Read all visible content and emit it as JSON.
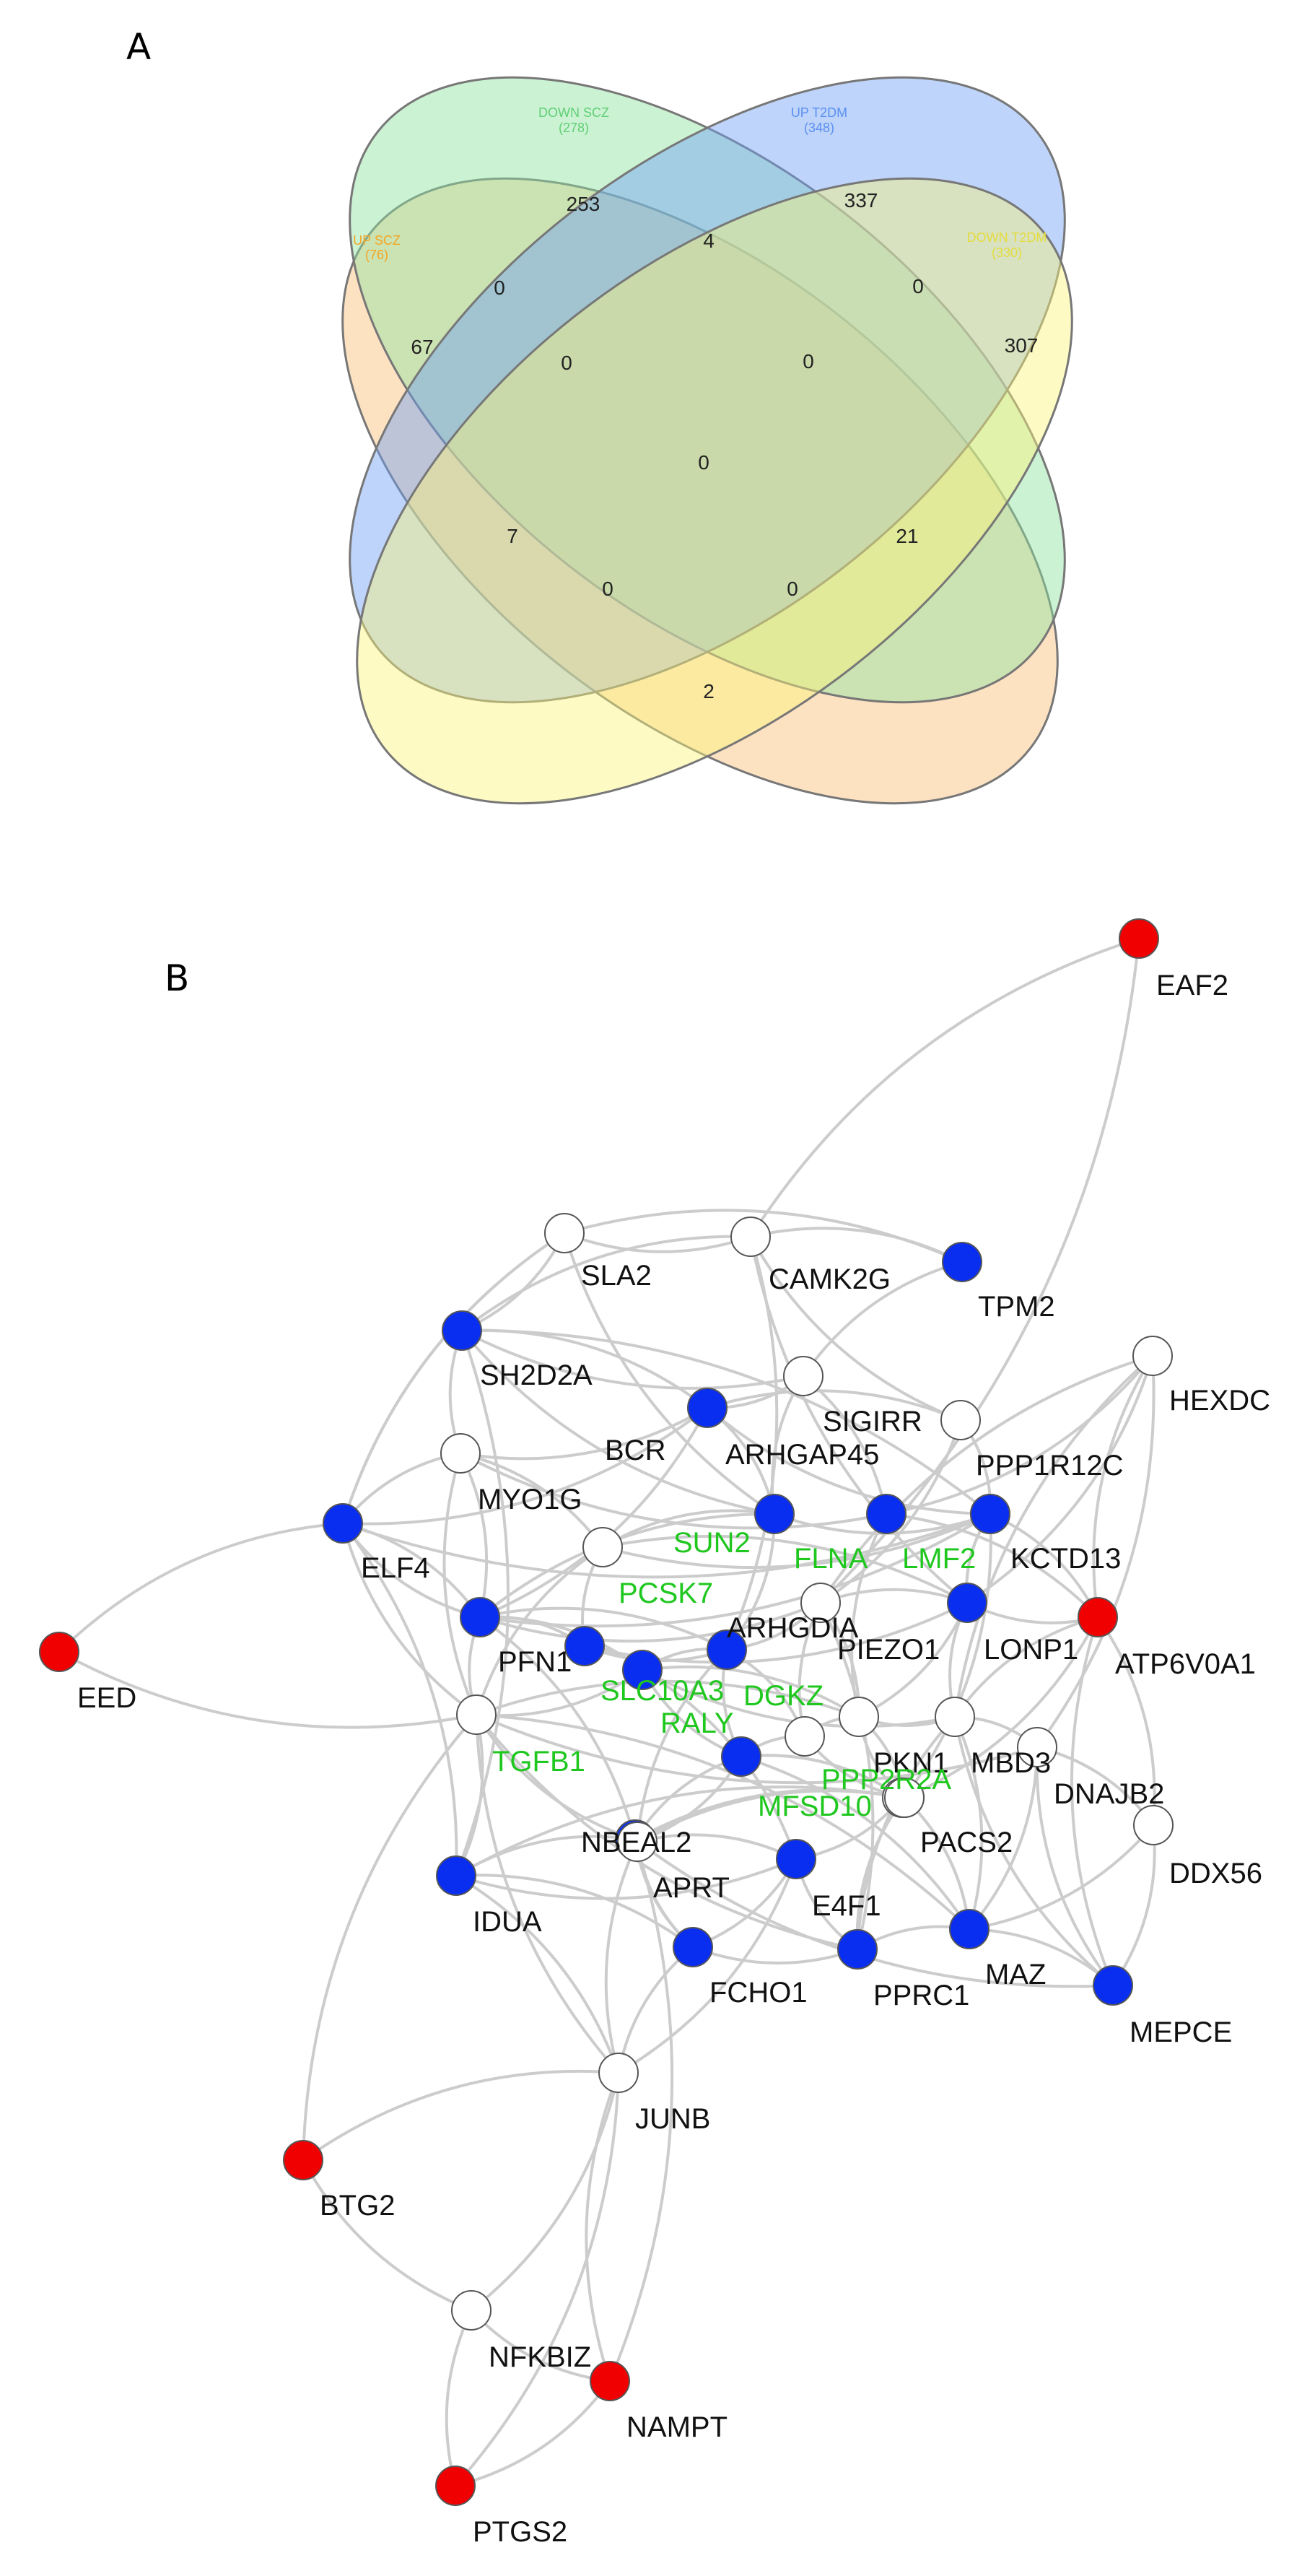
{
  "panels": {
    "a": "A",
    "b": "B"
  },
  "venn": {
    "sets": [
      {
        "name": "UP SCZ",
        "size": "(76)",
        "color": "#f5a623",
        "fill": "#fbbf77"
      },
      {
        "name": "DOWN SCZ",
        "size": "(278)",
        "color": "#5fcf73",
        "fill": "#8fe3a0"
      },
      {
        "name": "UP T2DM",
        "size": "(348)",
        "color": "#5b8ff0",
        "fill": "#6e9ff5"
      },
      {
        "name": "DOWN T2DM",
        "size": "(330)",
        "color": "#e3dc3f",
        "fill": "#fbf57a"
      }
    ],
    "regions": [
      "67",
      "253",
      "337",
      "307",
      "0",
      "4",
      "0",
      "0",
      "0",
      "0",
      "7",
      "21",
      "0",
      "0",
      "2"
    ]
  },
  "network": {
    "colors": {
      "up": "#0a2ef0",
      "down": "#f00000",
      "neutral": "#ffffff",
      "edge": "#cccccc",
      "highlight_text": "#1fc71f"
    },
    "nodes": [
      {
        "id": "EAF2",
        "label": "EAF2",
        "type": "down"
      },
      {
        "id": "SLA2",
        "label": "SLA2",
        "type": "neutral"
      },
      {
        "id": "CAMK2G",
        "label": "CAMK2G",
        "type": "neutral"
      },
      {
        "id": "TPM2",
        "label": "TPM2",
        "type": "up"
      },
      {
        "id": "HEXDC",
        "label": "HEXDC",
        "type": "neutral"
      },
      {
        "id": "SH2D2A",
        "label": "SH2D2A",
        "type": "up"
      },
      {
        "id": "SIGIRR",
        "label": "SIGIRR",
        "type": "neutral"
      },
      {
        "id": "BCR",
        "label": "BCR",
        "type": "up"
      },
      {
        "id": "ARHGAP45",
        "label": "ARHGAP45",
        "type": "neutral"
      },
      {
        "id": "PPP1R12C",
        "label": "PPP1R12C",
        "type": "neutral"
      },
      {
        "id": "MYO1G",
        "label": "MYO1G",
        "type": "neutral"
      },
      {
        "id": "ELF4",
        "label": "ELF4",
        "type": "up"
      },
      {
        "id": "KCTD13",
        "label": "KCTD13",
        "type": "up"
      },
      {
        "id": "SUN2",
        "label": "SUN2",
        "type": "neutral",
        "green": true
      },
      {
        "id": "FLNA",
        "label": "FLNA",
        "type": "up",
        "green": true
      },
      {
        "id": "LMF2",
        "label": "LMF2",
        "type": "up",
        "green": true
      },
      {
        "id": "PCSK7",
        "label": "PCSK7",
        "type": "up",
        "green": true
      },
      {
        "id": "EED",
        "label": "EED",
        "type": "down"
      },
      {
        "id": "ATP6V0A1",
        "label": "ATP6V0A1",
        "type": "down"
      },
      {
        "id": "LONP1",
        "label": "LONP1",
        "type": "up"
      },
      {
        "id": "PIEZO1",
        "label": "PIEZO1",
        "type": "neutral"
      },
      {
        "id": "ARHGDIA",
        "label": "ARHGDIA",
        "type": "up"
      },
      {
        "id": "PFN1",
        "label": "PFN1",
        "type": "up"
      },
      {
        "id": "SLC10A3",
        "label": "SLC10A3",
        "type": "up",
        "green": true
      },
      {
        "id": "DGKZ",
        "label": "DGKZ",
        "type": "neutral",
        "green": true
      },
      {
        "id": "RALY",
        "label": "RALY",
        "type": "up",
        "green": true
      },
      {
        "id": "PKN1",
        "label": "PKN1",
        "type": "neutral"
      },
      {
        "id": "MBD3",
        "label": "MBD3",
        "type": "neutral"
      },
      {
        "id": "TGFB1",
        "label": "TGFB1",
        "type": "neutral",
        "green": true
      },
      {
        "id": "PPP2R2A",
        "label": "PPP2R2A",
        "type": "up",
        "green": true
      },
      {
        "id": "DNAJB2",
        "label": "DNAJB2",
        "type": "neutral"
      },
      {
        "id": "MFSD10",
        "label": "MFSD10",
        "type": "neutral",
        "green": true
      },
      {
        "id": "NBEAL2",
        "label": "NBEAL2",
        "type": "up"
      },
      {
        "id": "PACS2",
        "label": "PACS2",
        "type": "neutral"
      },
      {
        "id": "DDX56",
        "label": "DDX56",
        "type": "neutral"
      },
      {
        "id": "IDUA",
        "label": "IDUA",
        "type": "up"
      },
      {
        "id": "APRT",
        "label": "APRT",
        "type": "neutral"
      },
      {
        "id": "E4F1",
        "label": "E4F1",
        "type": "up"
      },
      {
        "id": "MAZ",
        "label": "MAZ",
        "type": "up"
      },
      {
        "id": "FCHO1",
        "label": "FCHO1",
        "type": "up"
      },
      {
        "id": "PPRC1",
        "label": "PPRC1",
        "type": "up"
      },
      {
        "id": "MEPCE",
        "label": "MEPCE",
        "type": "up"
      },
      {
        "id": "JUNB",
        "label": "JUNB",
        "type": "neutral"
      },
      {
        "id": "BTG2",
        "label": "BTG2",
        "type": "down"
      },
      {
        "id": "NFKBIZ",
        "label": "NFKBIZ",
        "type": "neutral"
      },
      {
        "id": "NAMPT",
        "label": "NAMPT",
        "type": "down"
      },
      {
        "id": "PTGS2",
        "label": "PTGS2",
        "type": "down"
      }
    ]
  }
}
